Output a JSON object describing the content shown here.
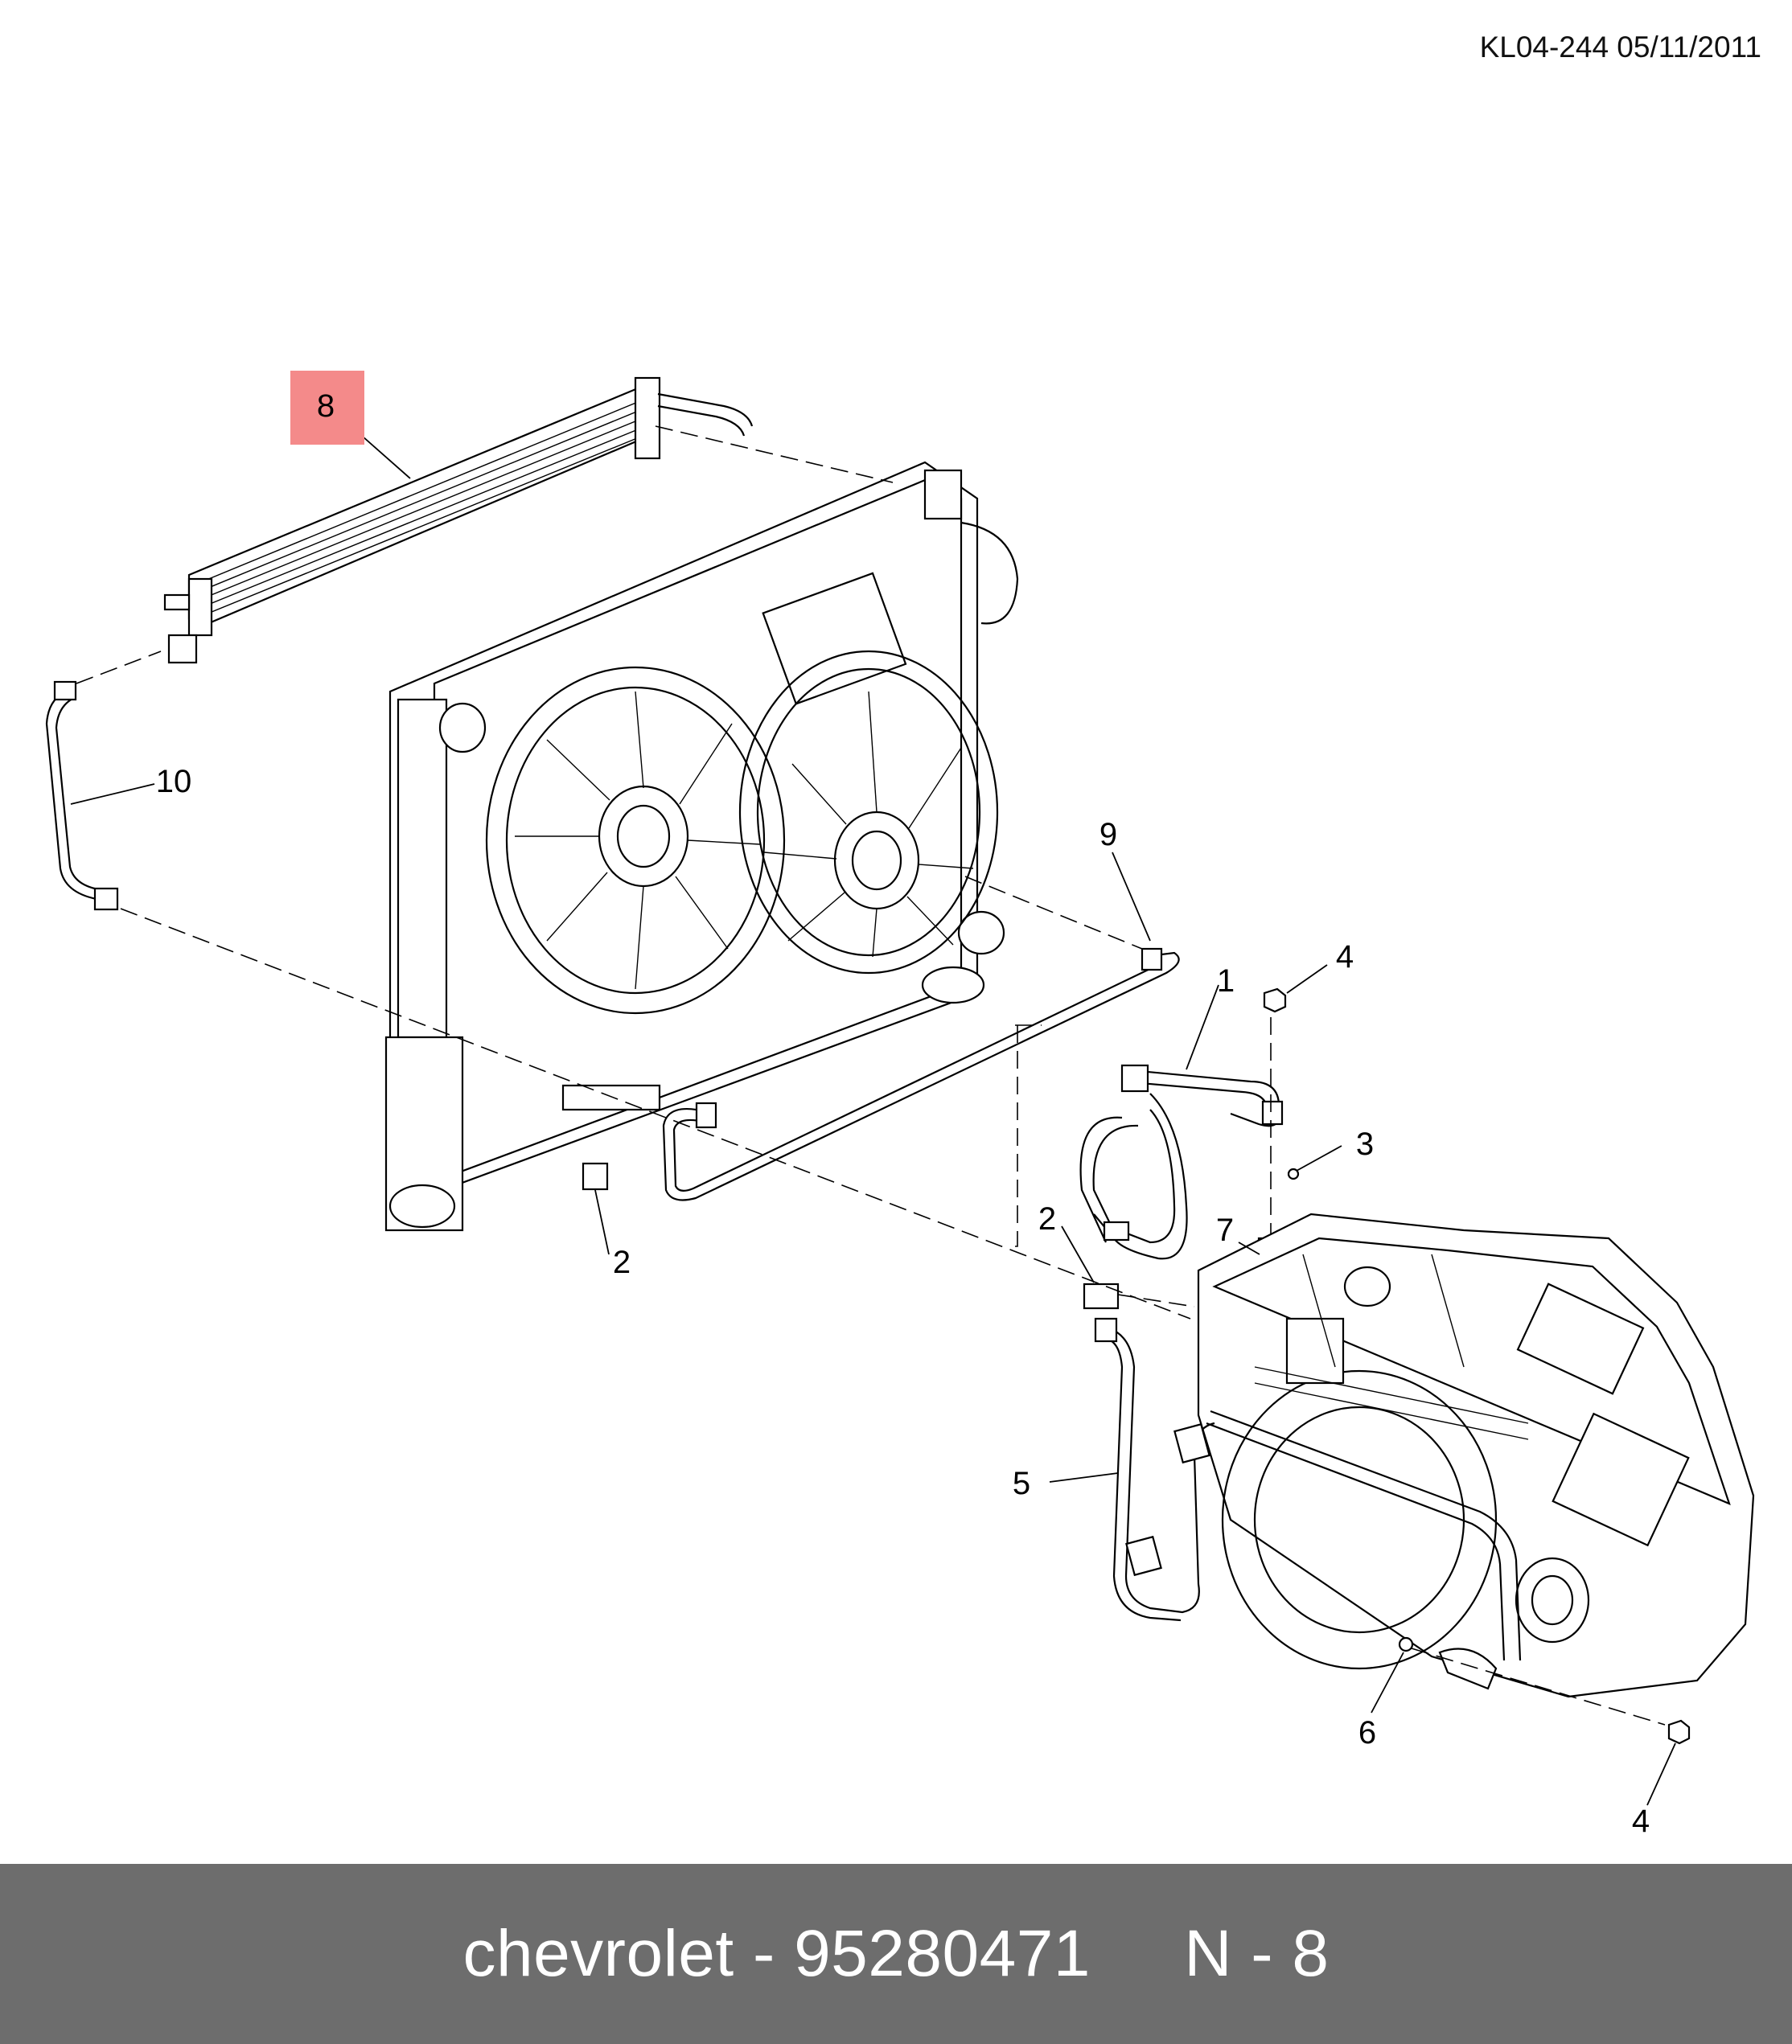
{
  "header": {
    "code": "KL04-244 05/11/2011"
  },
  "callouts": [
    {
      "id": "c8",
      "label": "8",
      "highlight": true
    },
    {
      "id": "c10",
      "label": "10"
    },
    {
      "id": "c9",
      "label": "9"
    },
    {
      "id": "c1",
      "label": "1"
    },
    {
      "id": "c4a",
      "label": "4"
    },
    {
      "id": "c3",
      "label": "3"
    },
    {
      "id": "c2a",
      "label": "2"
    },
    {
      "id": "c2b",
      "label": "2"
    },
    {
      "id": "c7",
      "label": "7"
    },
    {
      "id": "c5",
      "label": "5"
    },
    {
      "id": "c6",
      "label": "6"
    },
    {
      "id": "c4b",
      "label": "4"
    }
  ],
  "footer": {
    "text": "chevrolet - 95280471     N - 8"
  },
  "colors": {
    "highlight": "#f48a8a",
    "footer_bg": "#6d6d6d",
    "footer_text": "#ffffff"
  }
}
